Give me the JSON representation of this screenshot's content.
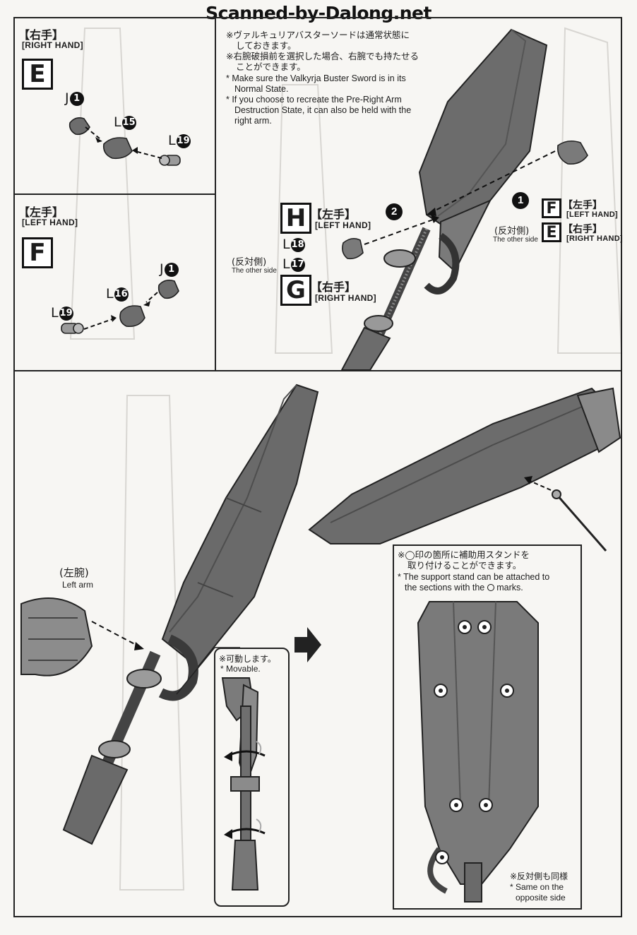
{
  "watermark": "Scanned-by-Dalong.net",
  "panel_e": {
    "hand_jp": "【右手】",
    "hand_en": "[RIGHT HAND]",
    "letter": "E",
    "parts": [
      {
        "code": "J",
        "num": "1"
      },
      {
        "code": "L",
        "num": "15"
      },
      {
        "code": "L",
        "num": "19"
      }
    ]
  },
  "panel_f": {
    "hand_jp": "【左手】",
    "hand_en": "[LEFT HAND]",
    "letter": "F",
    "parts": [
      {
        "code": "J",
        "num": "1"
      },
      {
        "code": "L",
        "num": "16"
      },
      {
        "code": "L",
        "num": "19"
      }
    ]
  },
  "panel_main": {
    "note_jp_1": "※ヴァルキュリアバスターソードは通常状態に",
    "note_jp_2": "しておきます。",
    "note_jp_3": "※右腕破損前を選択した場合、右腕でも持たせる",
    "note_jp_4": "ことができます。",
    "note_en_1": "* Make sure the Valkyrja Buster Sword is in its",
    "note_en_2": "Normal State.",
    "note_en_3": "* If you choose to recreate the Pre-Right Arm",
    "note_en_4": "Destruction State, it can also be held with the",
    "note_en_5": "right arm.",
    "step_1": "1",
    "step_2": "2",
    "h_letter": "H",
    "h_jp": "【左手】",
    "h_en": "[LEFT HAND]",
    "g_letter": "G",
    "g_jp": "【右手】",
    "g_en": "[RIGHT HAND]",
    "part_l18": {
      "code": "L",
      "num": "18"
    },
    "part_l17": {
      "code": "L",
      "num": "17"
    },
    "other_side_jp": "(反対側)",
    "other_side_en": "The other side",
    "f_letter": "F",
    "f_jp": "【左手】",
    "f_en": "[LEFT HAND]",
    "e_letter": "E",
    "e_jp": "【右手】",
    "e_en": "[RIGHT HAND]",
    "other_side2_jp": "(反対側)",
    "other_side2_en": "The other side"
  },
  "panel_bottom": {
    "left_arm_jp": "(左腕)",
    "left_arm_en": "Left arm",
    "movable_jp": "※可動します。",
    "movable_en": "* Movable.",
    "stand_jp_1": "※◯印の箇所に補助用スタンドを",
    "stand_jp_2": "取り付けることができます。",
    "stand_en_1": "* The support stand can be attached to",
    "stand_en_2": "the sections with the",
    "stand_en_3": "marks.",
    "same_jp": "※反対側も同様",
    "same_en_1": "* Same on the",
    "same_en_2": "opposite side"
  },
  "colors": {
    "ink": "#1c1c1c",
    "paper": "#f7f6f3",
    "gray": "#8a8a8a",
    "lightgray": "#c9c9c9"
  }
}
